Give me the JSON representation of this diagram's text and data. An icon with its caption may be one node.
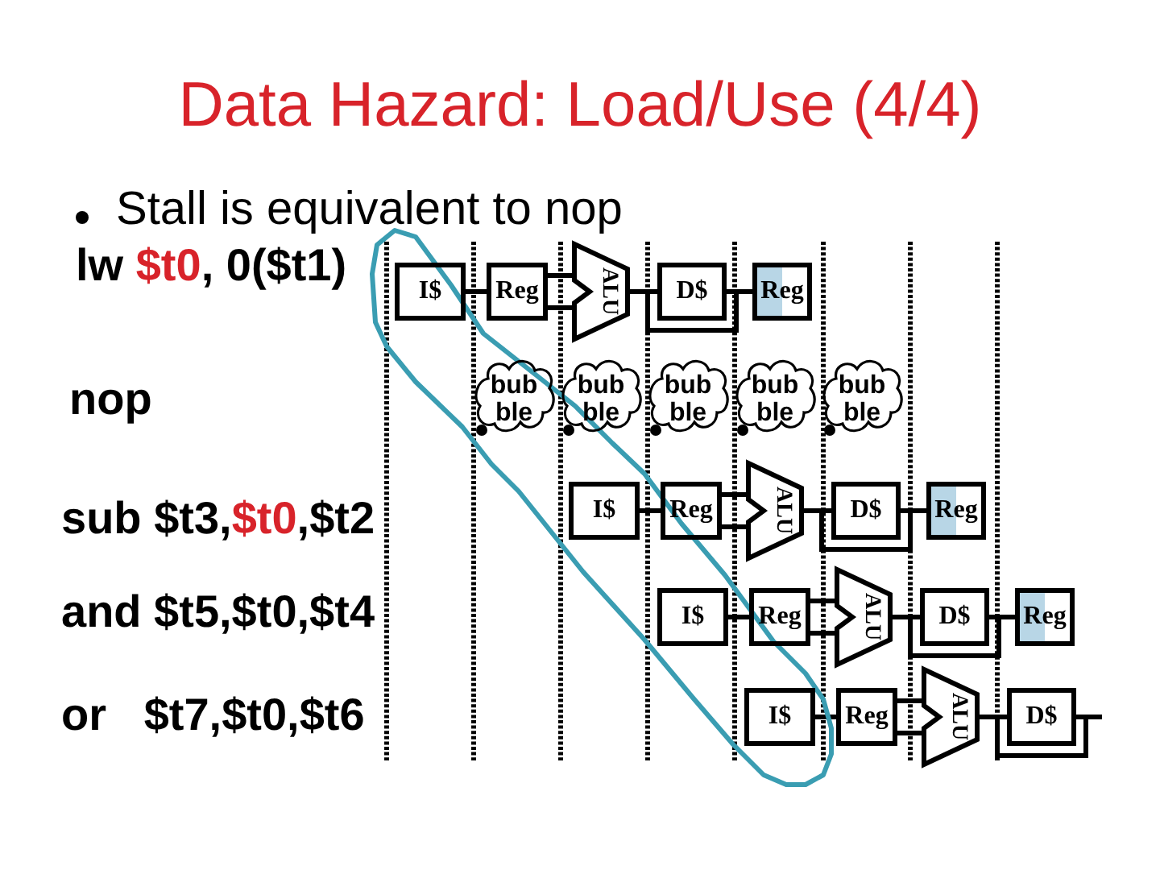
{
  "diagram": {
    "title": "Data Hazard: Load/Use (4/4)",
    "nodes": [
      {
        "text": [
          "I$"
        ]
      },
      {
        "text": [
          "Reg"
        ]
      },
      {
        "text": [
          "ALU"
        ]
      },
      {
        "text": [
          "D$"
        ]
      },
      {
        "text": [
          "Reg"
        ]
      },
      {
        "text": [
          "bub ble"
        ]
      },
      {
        "text": [
          "bub ble"
        ]
      },
      {
        "text": [
          "bub ble"
        ]
      },
      {
        "text": [
          "bub ble"
        ]
      },
      {
        "text": [
          "bub ble"
        ]
      },
      {
        "text": [
          "I$"
        ]
      },
      {
        "text": [
          "Reg"
        ]
      },
      {
        "text": [
          "ALU"
        ]
      },
      {
        "text": [
          "D$"
        ]
      },
      {
        "text": [
          "Reg"
        ]
      },
      {
        "text": [
          "I$"
        ]
      },
      {
        "text": [
          "Reg"
        ]
      },
      {
        "text": [
          "ALU"
        ]
      },
      {
        "text": [
          "D$"
        ]
      },
      {
        "text": [
          "Reg"
        ]
      },
      {
        "text": [
          "I$"
        ]
      },
      {
        "text": [
          "Reg"
        ]
      },
      {
        "text": [
          "ALU"
        ]
      },
      {
        "text": [
          "D$"
        ]
      }
    ],
    "edges": [
      {
        "from": 0,
        "to": 1,
        "arrow": "none"
      },
      {
        "from": 1,
        "to": 2,
        "arrow": "none"
      },
      {
        "from": 1,
        "to": 2,
        "arrow": "none"
      },
      {
        "from": 2,
        "to": 3,
        "arrow": "none"
      },
      {
        "from": 2,
        "to": 4,
        "arrow": "none"
      },
      {
        "from": 3,
        "to": 4,
        "arrow": "none"
      },
      {
        "from": 10,
        "to": 11,
        "arrow": "none"
      },
      {
        "from": 11,
        "to": 12,
        "arrow": "none"
      },
      {
        "from": 11,
        "to": 12,
        "arrow": "none"
      },
      {
        "from": 12,
        "to": 13,
        "arrow": "none"
      },
      {
        "from": 12,
        "to": 14,
        "arrow": "none"
      },
      {
        "from": 13,
        "to": 14,
        "arrow": "none"
      },
      {
        "from": 15,
        "to": 16,
        "arrow": "none"
      },
      {
        "from": 16,
        "to": 17,
        "arrow": "none"
      },
      {
        "from": 16,
        "to": 17,
        "arrow": "none"
      },
      {
        "from": 17,
        "to": 18,
        "arrow": "none"
      },
      {
        "from": 17,
        "to": 19,
        "arrow": "none"
      },
      {
        "from": 18,
        "to": 19,
        "arrow": "none"
      },
      {
        "from": 20,
        "to": 21,
        "arrow": "none"
      },
      {
        "from": 21,
        "to": 22,
        "arrow": "none"
      },
      {
        "from": 21,
        "to": 22,
        "arrow": "none"
      },
      {
        "from": 22,
        "to": 23,
        "arrow": "none"
      },
      {
        "from": 22,
        "to": null,
        "arrow": "none"
      },
      {
        "from": 23,
        "to": null,
        "arrow": "none"
      }
    ],
    "labels": [
      "Stall is equivalent to nop",
      "lw $t0, 0($t1)",
      "nop",
      "sub $t3,$t0,$t2",
      "and $t5,$t0,$t4",
      "or   $t7,$t0,$t6"
    ]
  }
}
